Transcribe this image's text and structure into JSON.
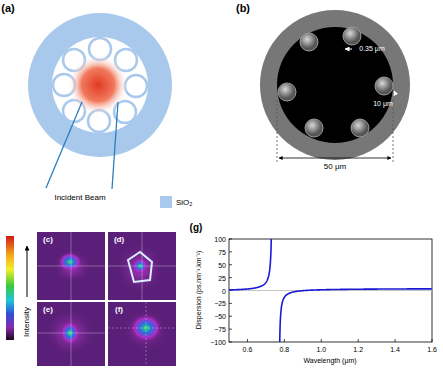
{
  "diagram": {
    "labels": [
      "(a)",
      "Incident Beam",
      "(b)",
      "0.35 μm",
      "10 μm",
      "50 μm",
      "(c)",
      "(d)",
      "(e)",
      "(f)",
      "Intensity",
      "(g)",
      "100",
      "75",
      "50",
      "25",
      "0",
      "−25",
      "−50",
      "−75",
      "−100",
      "0.6",
      "0.8",
      "1.0",
      "1.2",
      "1.4",
      "1.6",
      "Dispersion (ps.nm⁻¹.km⁻¹)",
      "Wavelength (μm)"
    ],
    "legend": [
      {
        "text": "SiO₂",
        "color": "#a9c9ec"
      }
    ]
  }
}
